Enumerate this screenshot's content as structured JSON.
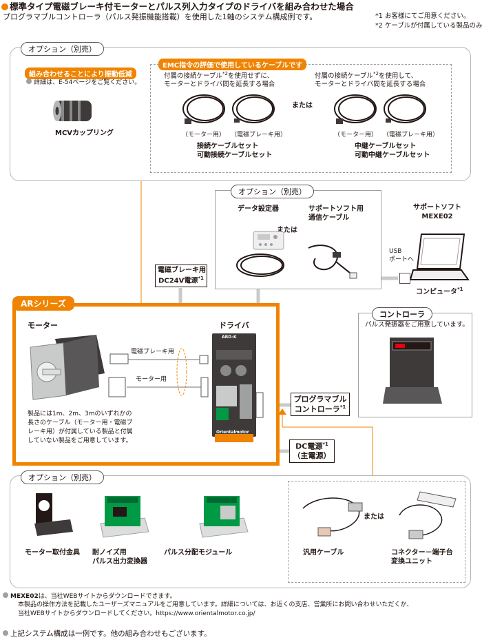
{
  "header": {
    "title": "標準タイプ電磁ブレーキ付モーターとパルス列入力タイプのドライバを組み合わせた場合",
    "subtitle": "プログラマブルコントローラ（パルス発振機能搭載）を使用した1軸のシステム構成例です。",
    "note1": "*1 お客様にてご用意ください。",
    "note2": "*2 ケーブルが付属している製品のみ。"
  },
  "option_top": {
    "label": "オプション（別売）",
    "coupling_tag": "組み合わせることにより振動低減",
    "coupling_detail": "詳細は、E-54ページをご覧ください。",
    "coupling_name": "MCVカップリング",
    "emc_tag": "EMC指令の評価で使用しているケーブルです",
    "left_desc_1": "付属の接続ケーブル",
    "left_desc_2": "を使用せずに、",
    "left_desc_3": "モーターとドライバ間を延長する場合",
    "right_desc_1": "付属の接続ケーブル",
    "right_desc_2": "を使用して、",
    "right_desc_3": "モーターとドライバ間を延長する場合",
    "sup2": "*2",
    "or": "または",
    "motor_use": "（モーター用）",
    "brake_use": "（電磁ブレーキ用）",
    "left_set_1": "接続ケーブルセット",
    "left_set_2": "可動接続ケーブルセット",
    "right_set_1": "中継ケーブルセット",
    "right_set_2": "可動中継ケーブルセット"
  },
  "option_mid": {
    "label": "オプション（別売）",
    "data_setter": "データ設定器",
    "support_cable_1": "サポートソフト用",
    "support_cable_2": "通信ケーブル",
    "or": "または"
  },
  "pc": {
    "software_1": "サポートソフト",
    "software_2": "MEXE02",
    "usb_1": "USB",
    "usb_2": "ポートへ",
    "computer": "コンピュータ",
    "sup1": "*1"
  },
  "brake_power": {
    "line1": "電磁ブレーキ用",
    "line2": "DC24V電源",
    "sup": "*1"
  },
  "ar": {
    "tag": "ARシリーズ",
    "motor": "モーター",
    "driver": "ドライバ",
    "brake_line": "電磁ブレーキ用",
    "motor_line": "モーター用",
    "desc_1": "製品には1m、2m、3mのいずれかの",
    "desc_2": "長さのケーブル（モーター用・電磁ブ",
    "desc_3": "レーキ用）が付属している製品と付属",
    "desc_4": "していない製品をご用意しています。",
    "driver_model": "ARD-K",
    "driver_brand": "Orientalmotor"
  },
  "controller": {
    "title": "コントローラ",
    "desc": "パルス発振器をご用意しています。"
  },
  "plc": {
    "line1": "プログラマブル",
    "line2": "コントローラ",
    "sup": "*1"
  },
  "dc_power": {
    "line1": "DC電源",
    "line2": "（主電源）",
    "sup": "*1"
  },
  "option_bottom": {
    "label": "オプション（別売）",
    "mount": "モーター取付金具",
    "noise_1": "耐ノイズ用",
    "noise_2": "パルス出力変換器",
    "pulse_module": "パルス分配モジュール",
    "general_cable": "汎用ケーブル",
    "or": "または",
    "terminal_1": "コネクター－端子台",
    "terminal_2": "変換ユニット"
  },
  "footer": {
    "mexe_head": "MEXE02",
    "mexe_1": "は、当社WEBサイトからダウンロードできます。",
    "mexe_2": "本製品の操作方法を記載したユーザーズマニュアルをご用意しています。詳細については、お近くの支店、営業所にお問い合わせいただくか、",
    "mexe_3": "当社WEBサイトからダウンロードしてください。https://www.orientalmotor.co.jp/",
    "example": "上記システム構成は一例です。他の組み合わせもございます。"
  },
  "colors": {
    "accent": "#f08300",
    "line_gray": "#9fa0a0",
    "text": "#231815"
  }
}
